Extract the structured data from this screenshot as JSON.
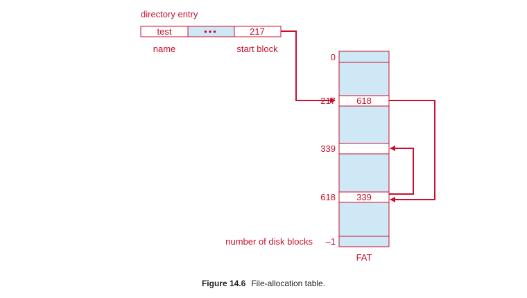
{
  "directory_entry": {
    "heading": "directory entry",
    "name_value": "test",
    "ellipsis": "•••",
    "start_value": "217",
    "name_label": "name",
    "start_label": "start block"
  },
  "fat": {
    "label": "FAT",
    "row_labels": {
      "zero": "0",
      "r217": "217",
      "r339": "339",
      "r618": "618",
      "last": "–1"
    },
    "entries": {
      "r217": "618",
      "r618": "339"
    },
    "last_row_label": "number of disk blocks"
  },
  "caption": {
    "label": "Figure 14.6",
    "text": "File-allocation table."
  },
  "colors": {
    "red": "#c8102e",
    "fill": "#cfe8f6"
  }
}
